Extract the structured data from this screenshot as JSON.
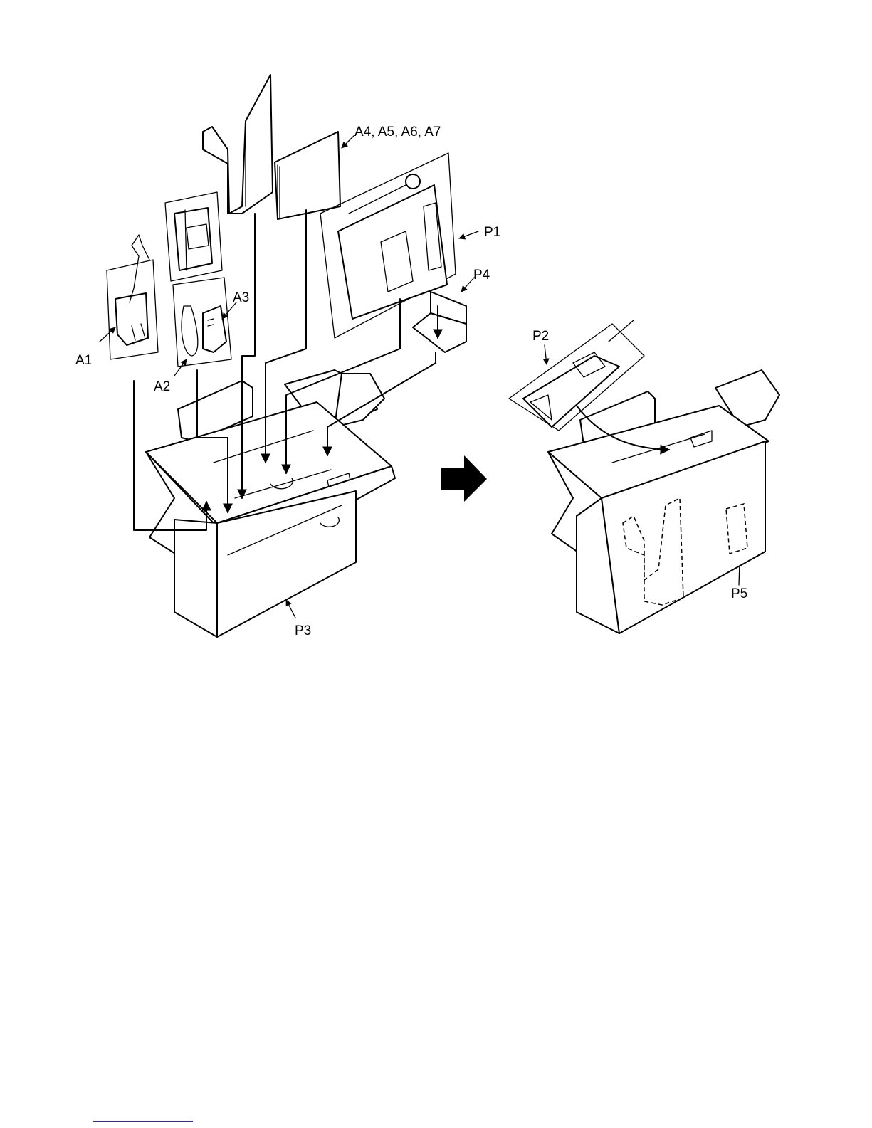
{
  "labels": {
    "a1": "A1",
    "a2": "A2",
    "a3": "A3",
    "a4_a7": "A4, A5, A6, A7",
    "p1": "P1",
    "p2": "P2",
    "p3": "P3",
    "p4": "P4",
    "p5": "P5"
  },
  "colors": {
    "line": "#000000",
    "background": "#ffffff",
    "footer_link": "#2a2ac8"
  },
  "icons": {
    "step_arrow": "right-arrow-icon"
  }
}
